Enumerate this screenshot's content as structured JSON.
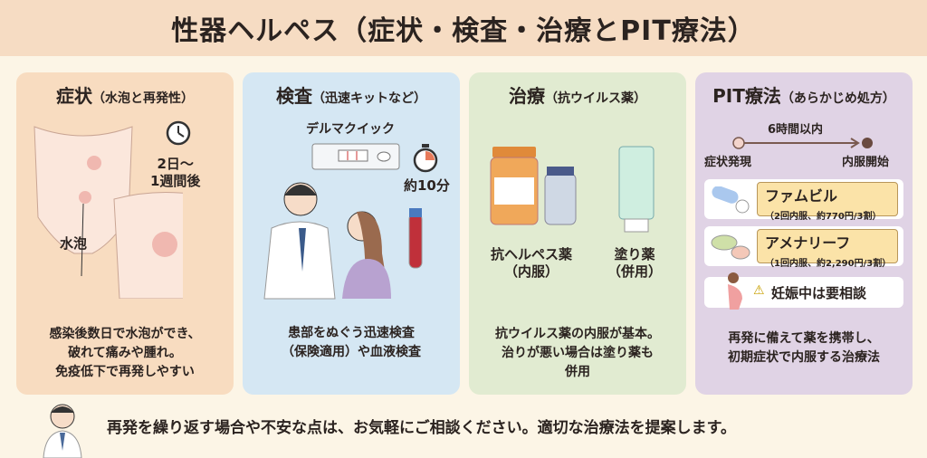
{
  "title": "性器ヘルペス（症状・検査・治療とPIT療法）",
  "panels": {
    "symptoms": {
      "title": "症状",
      "subtitle": "（水泡と再発性）",
      "timing": "2日〜\n1週間後",
      "blister_label": "水泡",
      "desc": "感染後数日で水泡ができ、\n破れて痛みや腫れ。\n免疫低下で再発しやすい"
    },
    "test": {
      "title": "検査",
      "subtitle": "（迅速キットなど）",
      "kit_name": "デルマクイック",
      "time": "約10分",
      "desc": "患部をぬぐう迅速検査\n（保険適用）や血液検査"
    },
    "treatment": {
      "title": "治療",
      "subtitle": "（抗ウイルス薬）",
      "oral_label": "抗ヘルペス薬\n（内服）",
      "topical_label": "塗り薬\n（併用）",
      "desc": "抗ウイルス薬の内服が基本。\n治りが悪い場合は塗り薬も\n併用"
    },
    "pit": {
      "title": "PIT療法",
      "subtitle": "（あらかじめ処方）",
      "timeline_label": "6時間以内",
      "start_label": "症状発現",
      "end_label": "内服開始",
      "drugs": [
        {
          "name": "ファムビル",
          "detail": "（2回内服、約770円/3割）"
        },
        {
          "name": "アメナリーフ",
          "detail": "（1回内服、約2,290円/3割）"
        }
      ],
      "warning": "妊娠中は要相談",
      "desc": "再発に備えて薬を携帯し、\n初期症状で内服する治療法"
    }
  },
  "footer": "再発を繰り返す場合や不安な点は、お気軽にご相談ください。適切な治療法を提案します。",
  "colors": {
    "symptoms": "#f8dcc0",
    "test": "#d5e7f3",
    "treatment": "#e1ebd1",
    "pit": "#e0d3e5",
    "title_band": "#f6dcc3"
  }
}
